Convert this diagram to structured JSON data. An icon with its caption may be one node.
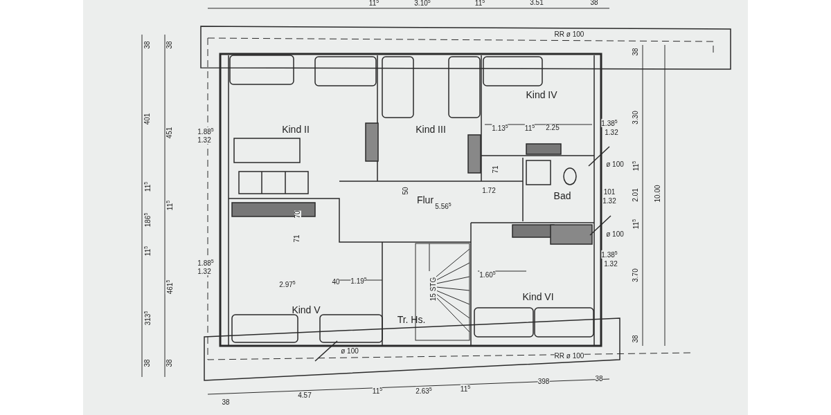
{
  "diagram": {
    "nodes": [
      {
        "text": [
          "Kind II"
        ]
      },
      {
        "text": [
          "Kind III"
        ]
      },
      {
        "text": [
          "Kind IV"
        ]
      },
      {
        "text": [
          "Flur"
        ]
      },
      {
        "text": [
          "Bad"
        ]
      },
      {
        "text": [
          "Kind V"
        ]
      },
      {
        "text": [
          "Tr. Hs."
        ]
      },
      {
        "text": [
          "Kind VI"
        ]
      }
    ],
    "edges": [],
    "labels": [
      "11$^{5}$",
      "3.10$^{5}$",
      "11$^{5}$",
      "3.51",
      "38",
      "RR ø 100",
      "38",
      "401",
      "11$^{5}$",
      "186$^{5}$",
      "11$^{5}$",
      "313$^{5}$",
      "38",
      "38",
      "451",
      "11$^{5}$",
      "461$^{5}$",
      "38",
      "1.88$^{5}$",
      "1.32",
      "1.88$^{5}$",
      "1.32",
      "1.13$^{5}$",
      "11$^{5}$",
      "2.25",
      "1.38$^{5}$",
      "1.32",
      "ø 100",
      "71",
      "50",
      "1.72",
      "5.56$^{5}$",
      "70",
      "71",
      "101",
      "1.32",
      "ø 100",
      "1.38$^{5}$",
      "1.32",
      "1.60$^{5}$",
      "2.97$^{5}$",
      "40",
      "1.19$^{5}$",
      "15 STG",
      "ø 100",
      "RR ø 100",
      "38",
      "3.30",
      "11$^{5}$",
      "2.01",
      "11$^{5}$",
      "3.70",
      "38",
      "10.00",
      "38",
      "4.57",
      "11$^{5}$",
      "2.63$^{5}$",
      "11$^{5}$",
      "398",
      "38"
    ]
  }
}
